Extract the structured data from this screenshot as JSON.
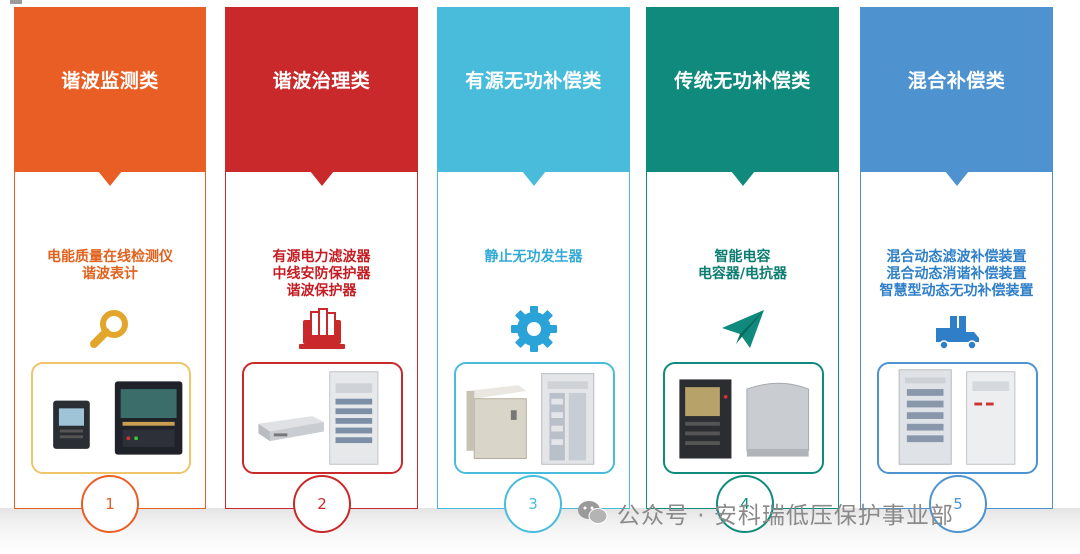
{
  "colors": {
    "orange": "#e95e24",
    "red": "#c9292b",
    "sky": "#49bcdc",
    "teal": "#0f8a7c",
    "blue": "#4e93d0",
    "orange_text": "#e0621e",
    "red_text": "#c41e24",
    "sky_text": "#32a9d6",
    "teal_text": "#0d7d71",
    "blue_text": "#2f7fc8"
  },
  "cards": [
    {
      "title": "谐波监测类",
      "lines": [
        "电能质量在线检测仪",
        "谐波表计"
      ],
      "icon": "magnifier-icon",
      "number": "1"
    },
    {
      "title": "谐波治理类",
      "lines": [
        "有源电力滤波器",
        "中线安防保护器",
        "谐波保护器"
      ],
      "icon": "computer-files-icon",
      "number": "2"
    },
    {
      "title": "有源无功补偿类",
      "lines": [
        "静止无功发生器"
      ],
      "icon": "gear-icon",
      "number": "3"
    },
    {
      "title": "传统无功补偿类",
      "lines": [
        "智能电容",
        "电容器/电抗器"
      ],
      "icon": "paper-plane-icon",
      "number": "4"
    },
    {
      "title": "混合补偿类",
      "lines": [
        "混合动态滤波补偿装置",
        "混合动态消谐补偿装置",
        "智慧型动态无功补偿装置"
      ],
      "icon": "delivery-truck-icon",
      "number": "5"
    }
  ],
  "watermark": {
    "text": "公众号 · 安科瑞低压保护事业部",
    "icon": "wechat-icon"
  }
}
